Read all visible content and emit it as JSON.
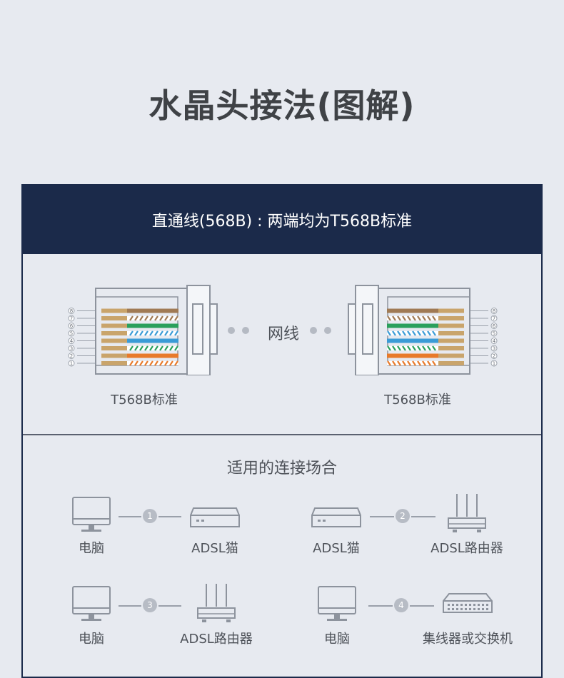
{
  "title": "水晶头接法(图解)",
  "header": "直通线(568B) : 两端均为T568B标准",
  "diagram": {
    "left_label": "T568B标准",
    "right_label": "T568B标准",
    "cable_label": "网线",
    "pin_numbers_left": [
      "8",
      "7",
      "6",
      "5",
      "4",
      "3",
      "2",
      "1"
    ],
    "pin_numbers_right": [
      "1",
      "2",
      "3",
      "4",
      "5",
      "6",
      "7",
      "8"
    ],
    "wire_colors": {
      "orange": "#e87a2a",
      "green": "#2aa05c",
      "blue": "#3a9bd6",
      "brown": "#a07a54",
      "white": "#ffffff",
      "pin": "#c9a46b"
    }
  },
  "usage": {
    "title": "适用的连接场合",
    "connections": [
      {
        "num": "1",
        "from": "电脑",
        "to": "ADSL猫",
        "from_icon": "monitor-icon",
        "to_icon": "modem-icon"
      },
      {
        "num": "2",
        "from": "ADSL猫",
        "to": "ADSL路由器",
        "from_icon": "modem-icon",
        "to_icon": "router-icon"
      },
      {
        "num": "3",
        "from": "电脑",
        "to": "ADSL路由器",
        "from_icon": "monitor-icon",
        "to_icon": "router-icon"
      },
      {
        "num": "4",
        "from": "电脑",
        "to": "集线器或交换机",
        "from_icon": "monitor-icon",
        "to_icon": "switch-icon"
      }
    ]
  }
}
